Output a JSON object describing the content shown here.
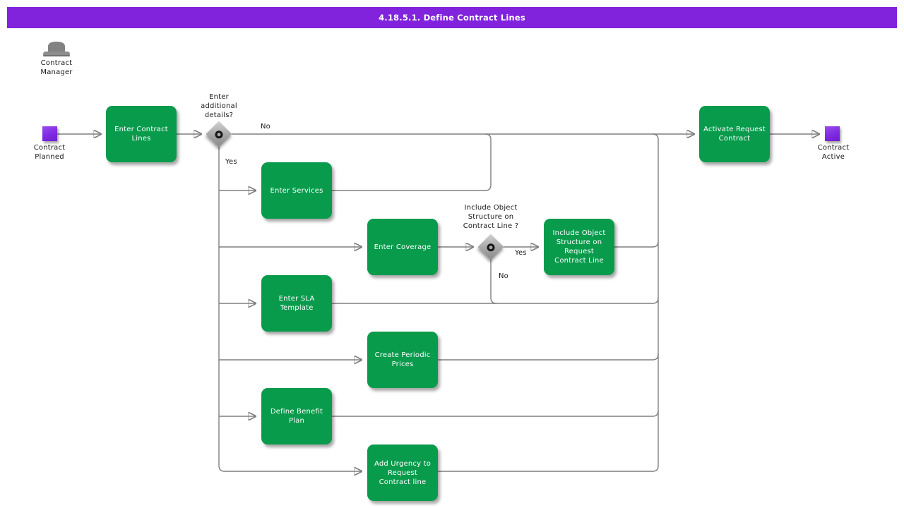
{
  "title_bar": {
    "text": "4.18.5.1. Define Contract Lines"
  },
  "actor": {
    "label": "Contract\nManager",
    "icon": "bowler-hat-icon"
  },
  "events": {
    "start": {
      "label": "Contract\nPlanned"
    },
    "end": {
      "label": "Contract\nActive"
    }
  },
  "tasks": [
    {
      "id": "enter-contract-lines",
      "label": "Enter Contract\nLines"
    },
    {
      "id": "enter-services",
      "label": "Enter Services"
    },
    {
      "id": "enter-coverage",
      "label": "Enter Coverage"
    },
    {
      "id": "include-object-structure-task",
      "label": "Include Object\nStructure on\nRequest\nContract Line"
    },
    {
      "id": "enter-sla-template",
      "label": "Enter SLA\nTemplate"
    },
    {
      "id": "create-periodic-prices",
      "label": "Create Periodic\nPrices"
    },
    {
      "id": "define-benefit-plan",
      "label": "Define Benefit\nPlan"
    },
    {
      "id": "add-urgency",
      "label": "Add Urgency to\nRequest\nContract line"
    },
    {
      "id": "activate-request-contract",
      "label": "Activate Request\nContract"
    }
  ],
  "gateways": [
    {
      "id": "enter-additional-details",
      "label": "Enter\nadditional\ndetails?"
    },
    {
      "id": "include-object-structure-q",
      "label": "Include Object\nStructure on\nContract Line ?"
    }
  ],
  "edge_labels": {
    "gateway1_no": "No",
    "gateway1_yes": "Yes",
    "gateway2_yes": "Yes",
    "gateway2_no": "No"
  },
  "colors": {
    "accent_purple": "#8123dc",
    "square_purple": "#7e2ae2",
    "task_green": "#099b4c",
    "line_gray": "#7f7f7f",
    "label_black": "#1a1a1a"
  }
}
